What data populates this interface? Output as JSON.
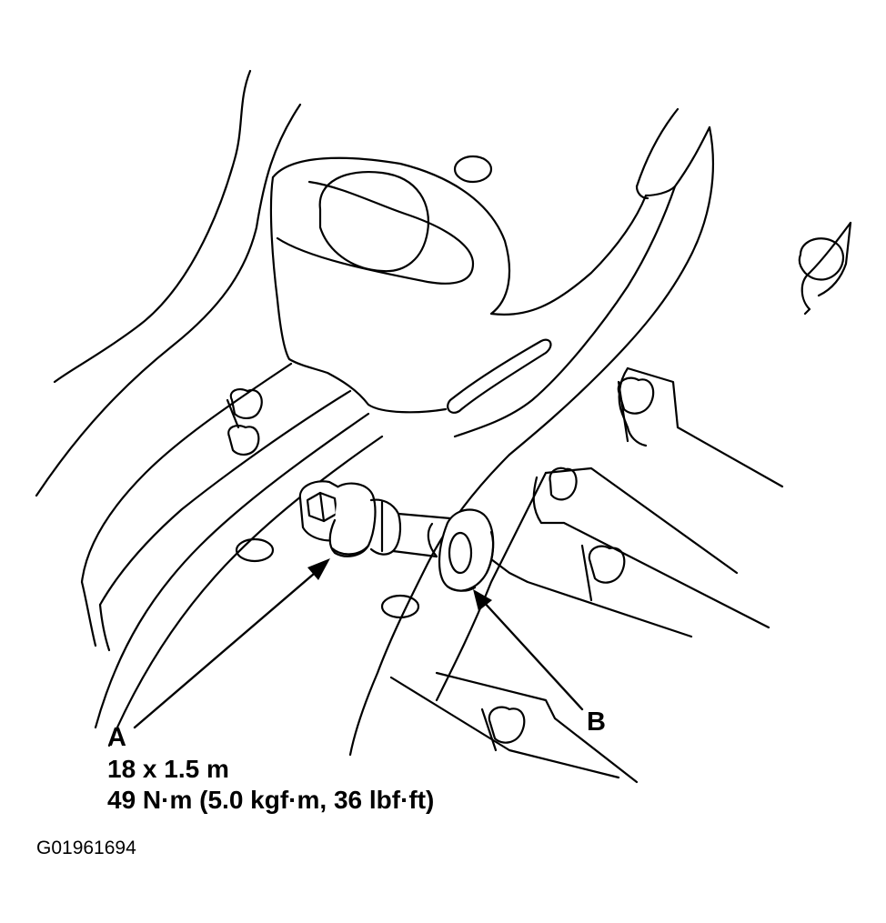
{
  "callouts": {
    "a": "A",
    "b": "B"
  },
  "bolt_spec": {
    "size": "18 x 1.5 m",
    "torque": "49 N·m (5.0 kgf·m, 36 lbf·ft)"
  },
  "figure_id": "G01961694",
  "colors": {
    "ink": "#000000",
    "paper": "#ffffff"
  }
}
